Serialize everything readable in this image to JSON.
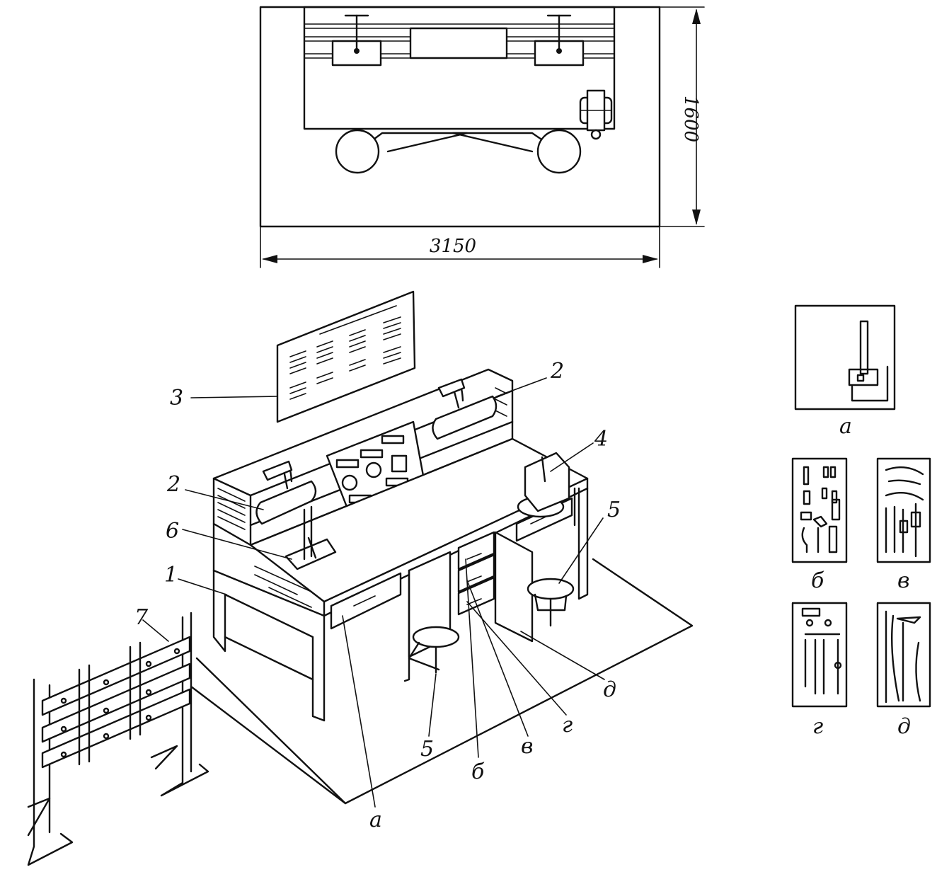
{
  "plan_view": {
    "width_dim": "3150",
    "depth_dim": "1600"
  },
  "callouts": {
    "bench": "1",
    "lamp_left": "2",
    "lamp_right": "2",
    "poster": "3",
    "vise": "4",
    "stool_right": "5",
    "stool_front": "5",
    "stand": "6",
    "rack": "7",
    "drawer_a": "а",
    "drawer_b": "б",
    "drawer_v": "в",
    "drawer_g": "г",
    "drawer_d": "д"
  },
  "drawer_insets": [
    {
      "letter": "а"
    },
    {
      "letter": "б"
    },
    {
      "letter": "в"
    },
    {
      "letter": "г"
    },
    {
      "letter": "д"
    }
  ]
}
